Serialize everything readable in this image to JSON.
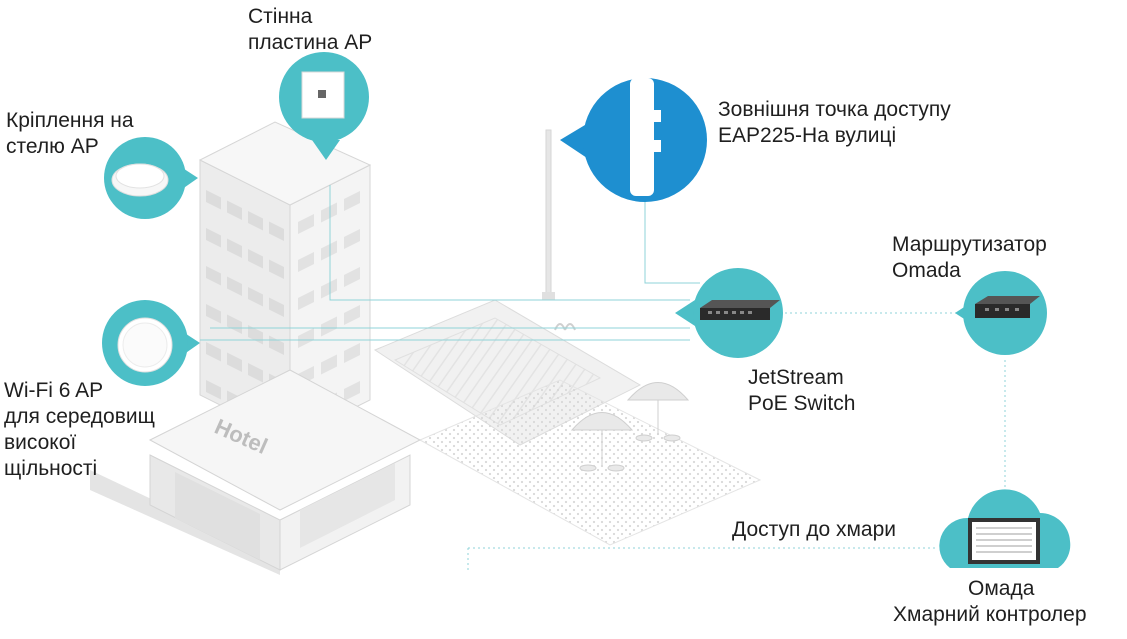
{
  "labels": {
    "wall_plate": [
      "Стінна",
      "пластина AP"
    ],
    "ceiling_mount": [
      "Кріплення на",
      "стелю AP"
    ],
    "outdoor_ap": [
      "Зовнішня точка доступу",
      "EAP225-На вулиці"
    ],
    "router": [
      "Маршрутизатор",
      "Omada"
    ],
    "switch": [
      "JetStream",
      "PoE Switch"
    ],
    "wifi6": [
      "Wi-Fi 6 AP",
      "для середовищ",
      "високої",
      "щільності"
    ],
    "cloud_access": "Доступ до хмари",
    "controller": [
      "Омада",
      "Хмарний контролер"
    ]
  },
  "hotel_sign": "Hotel",
  "colors": {
    "accent": "#4cbfc7",
    "accent_dark": "#1e8fd0",
    "building": "#eeeeee",
    "building_edge": "#d4d4d4",
    "line": "#8fd3d8"
  }
}
